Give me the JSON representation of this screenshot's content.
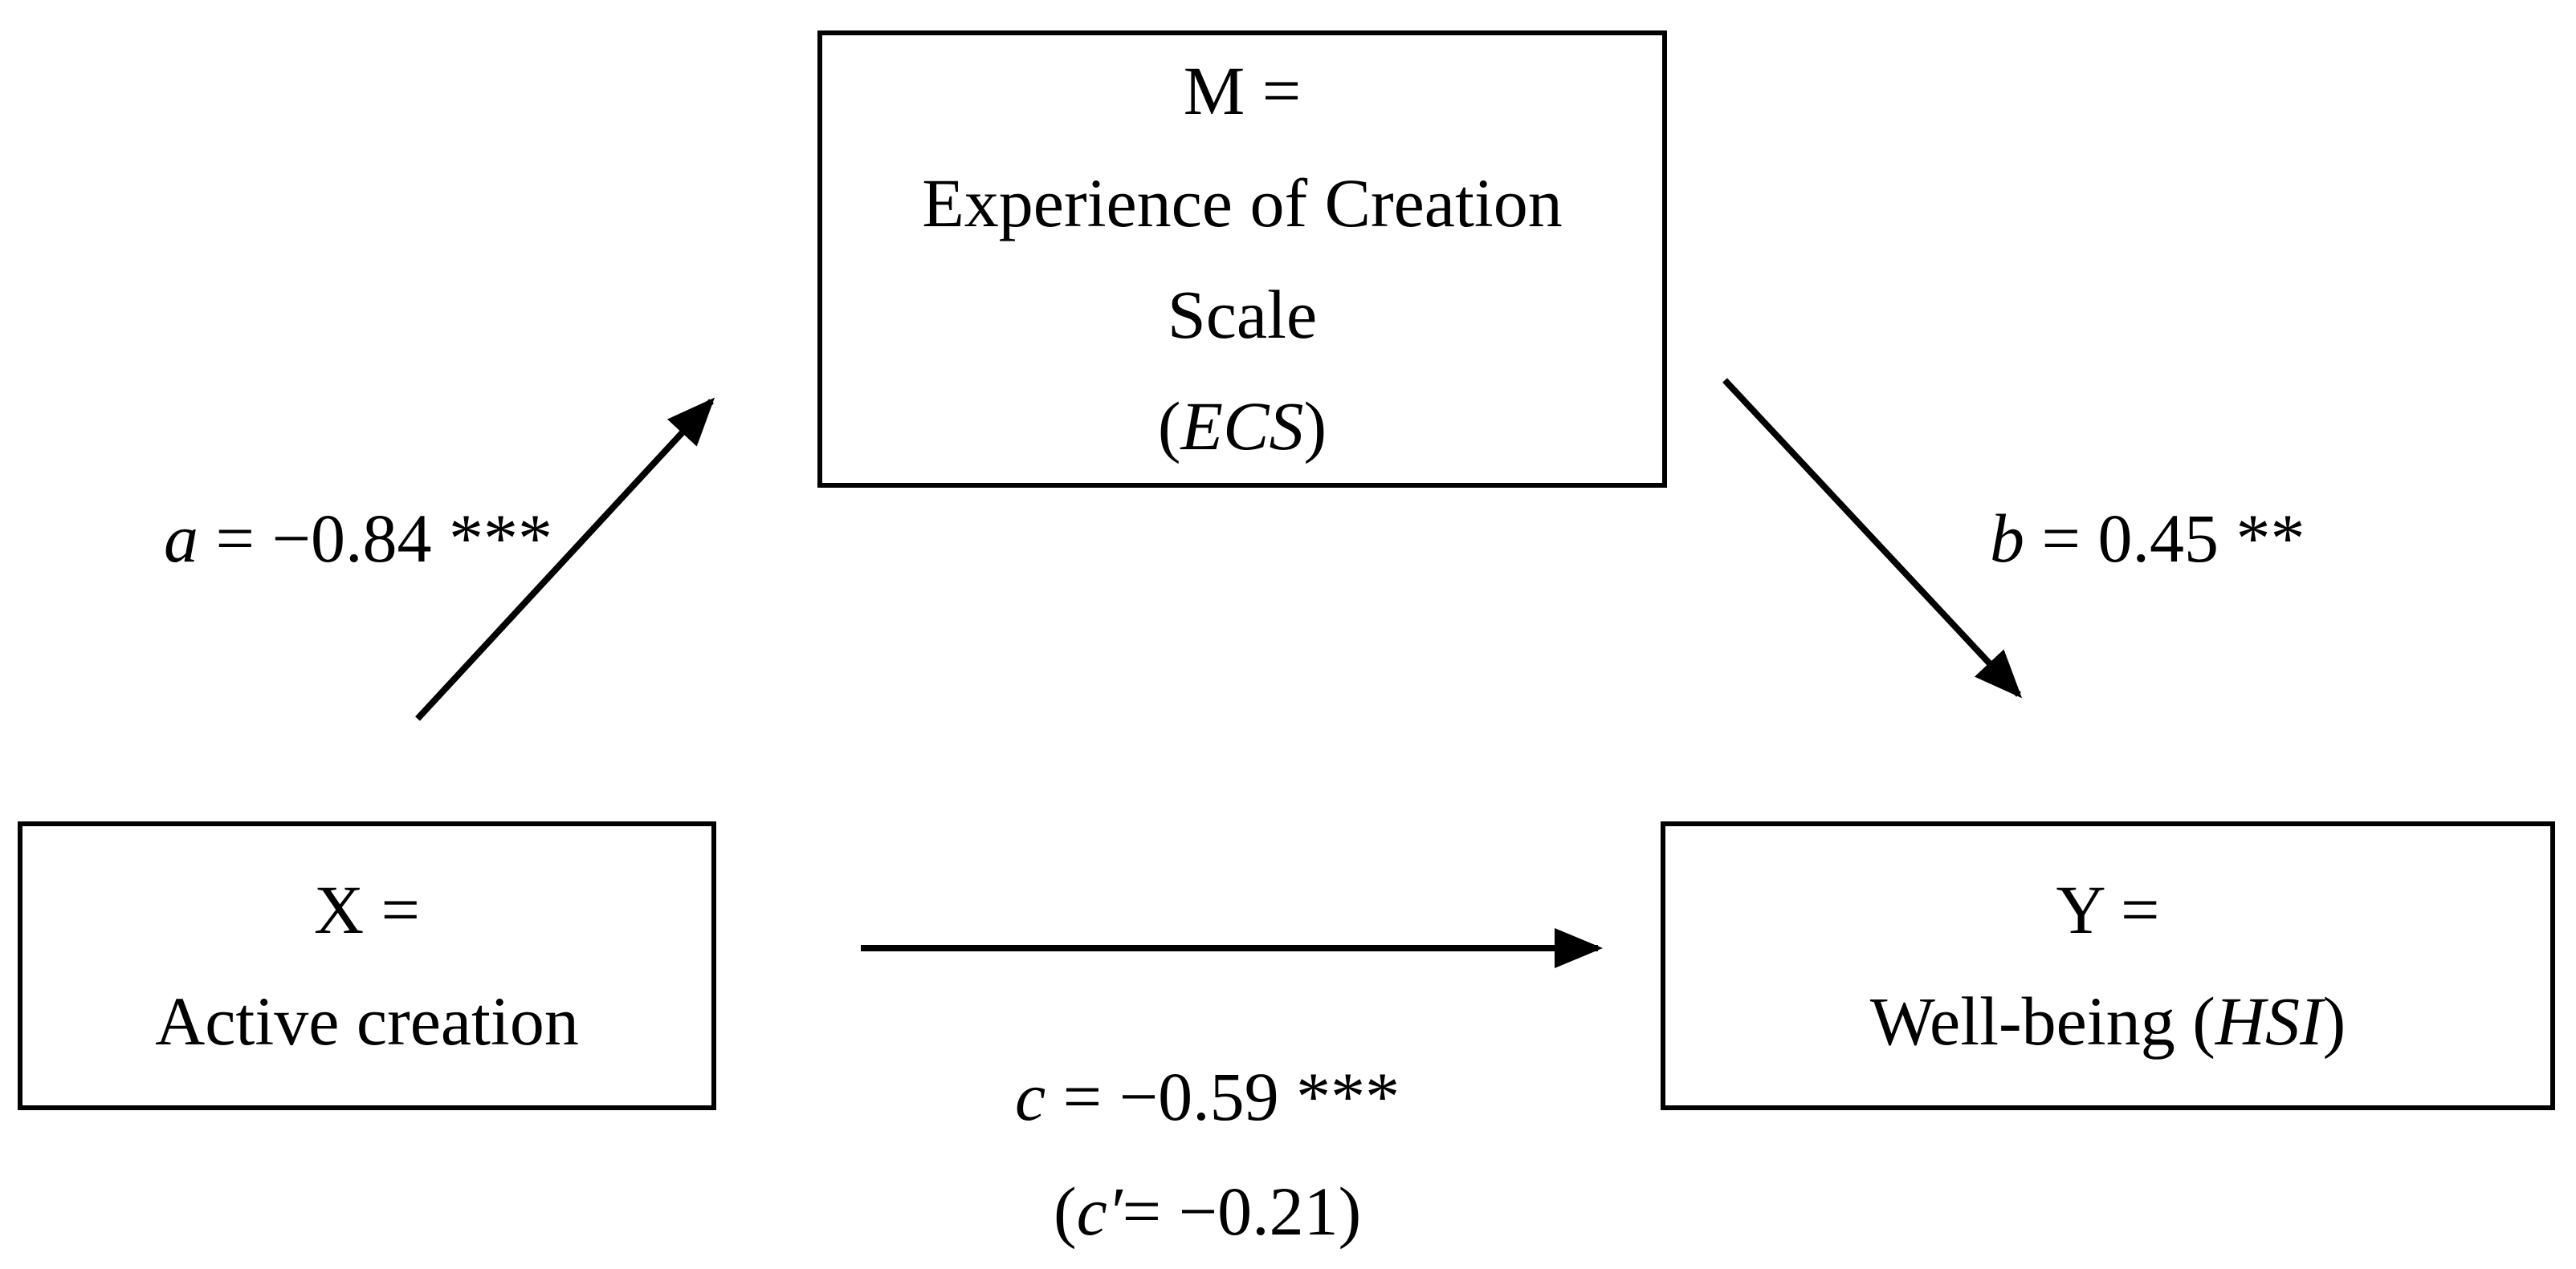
{
  "mediator": {
    "lines": [
      "M =",
      "Experience of Creation",
      "Scale"
    ],
    "abbr": "ECS"
  },
  "independent": {
    "lines": [
      "X =",
      "Active creation"
    ]
  },
  "dependent": {
    "line1": "Y =",
    "line2_text": "Well-being (",
    "line2_abbr": "HSI",
    "line2_close": ")"
  },
  "paths": {
    "a": {
      "symbol": "a",
      "text": " = −0.84 ***"
    },
    "b": {
      "symbol": "b",
      "text": " = 0.45 **"
    },
    "c": {
      "symbol": "c",
      "text": " = −0.59 ***"
    },
    "c_prime": {
      "open": "(",
      "symbol": "c′",
      "text": "= −0.21)"
    }
  },
  "colors": {
    "stroke": "#000000",
    "background": "#ffffff"
  }
}
